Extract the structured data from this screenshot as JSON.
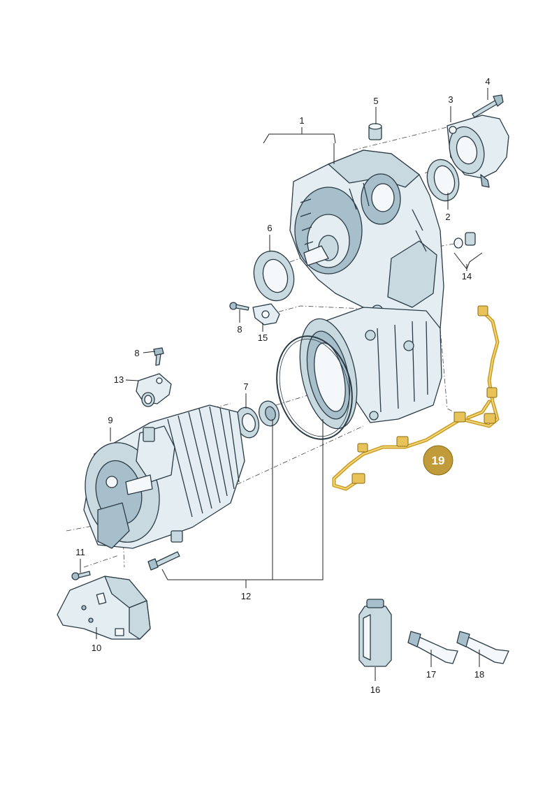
{
  "labels": {
    "p1": "1",
    "p2": "2",
    "p3": "3",
    "p4": "4",
    "p5": "5",
    "p6": "6",
    "p7": "7",
    "p8a": "8",
    "p8b": "8",
    "p9": "9",
    "p10": "10",
    "p11": "11",
    "p12": "12",
    "p13": "13",
    "p14": "14",
    "p15": "15",
    "p16": "16",
    "p17": "17",
    "p18": "18",
    "p19": "19"
  },
  "colors": {
    "highlight": "#c89b22",
    "badge": "#c19a3a"
  }
}
